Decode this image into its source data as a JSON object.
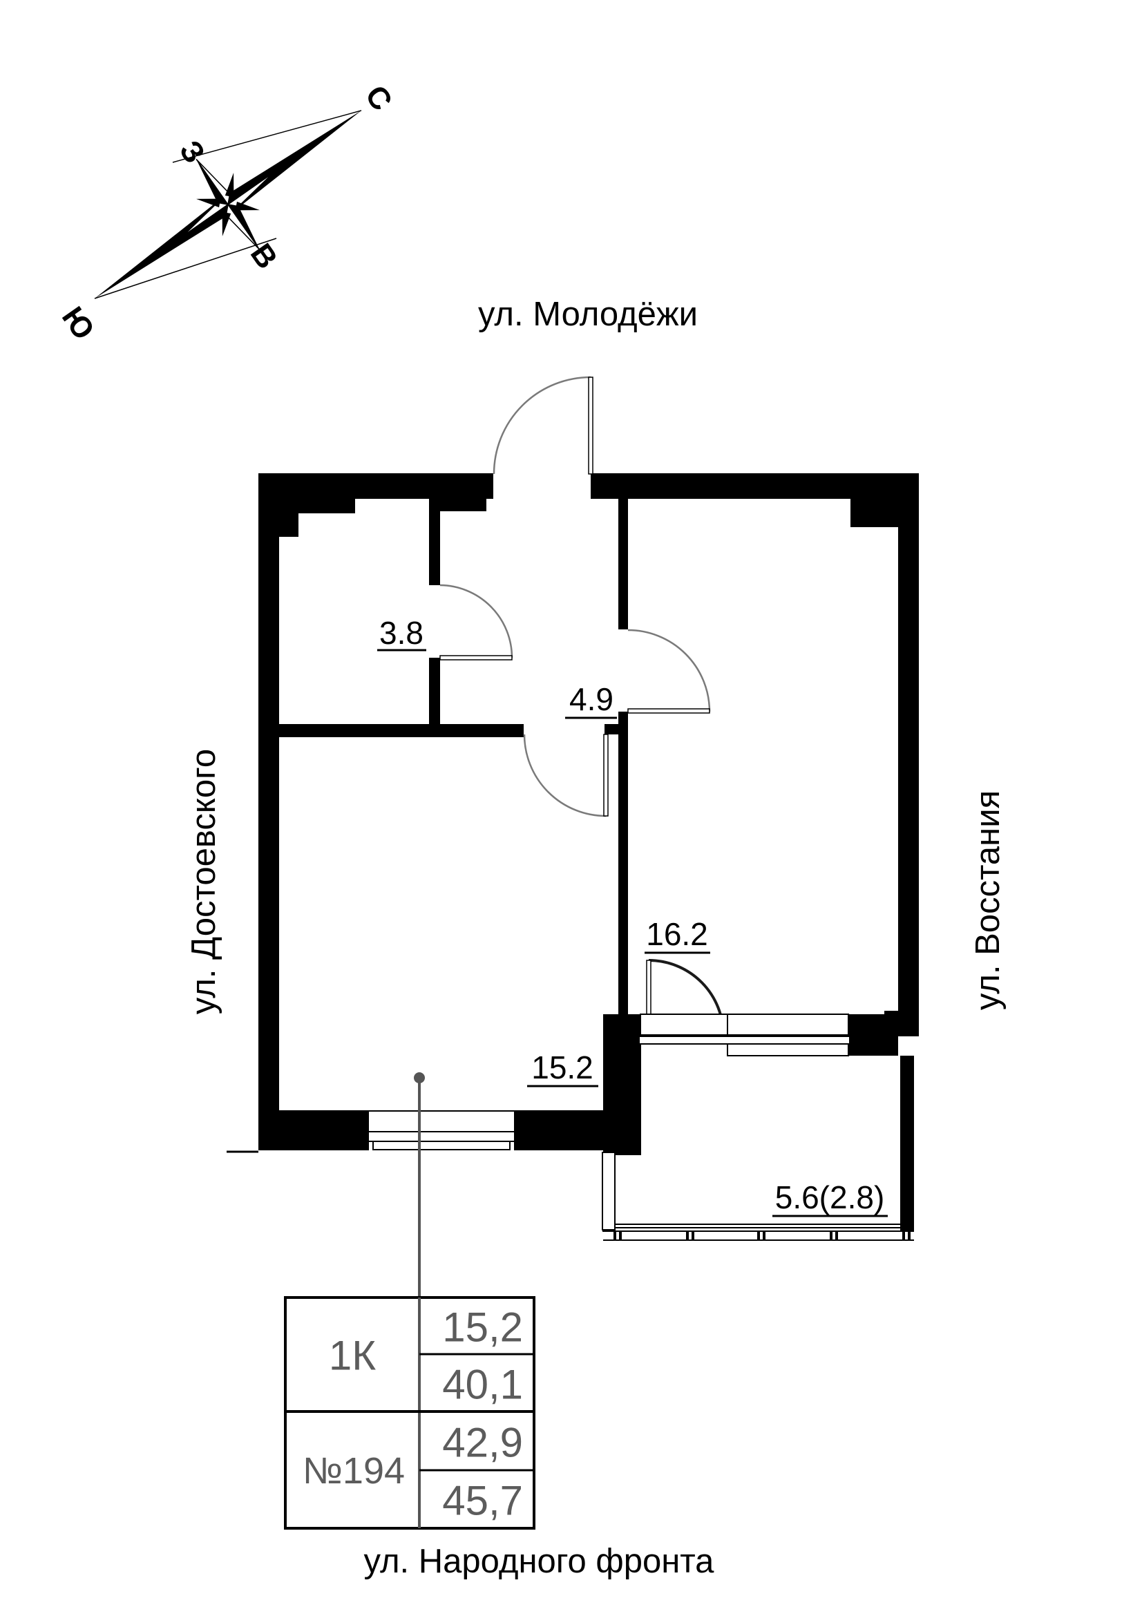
{
  "compass": {
    "north_label": "С",
    "west_label": "З",
    "east_label": "В",
    "south_label": "Ю"
  },
  "streets": {
    "top": "ул. Молодёжи",
    "left": "ул. Достоевского",
    "right": "ул. Восстания",
    "bottom": "ул. Народного фронта"
  },
  "rooms": {
    "bathroom": {
      "area": "3.8"
    },
    "hallway": {
      "area": "4.9"
    },
    "living_room": {
      "area": "16.2"
    },
    "kitchen_living": {
      "area": "15.2"
    },
    "balcony": {
      "area": "5.6(2.8)"
    }
  },
  "info_table": {
    "apartment_type": "1К",
    "apartment_number": "№194",
    "values": [
      "15,2",
      "40,1",
      "42,9",
      "45,7"
    ]
  },
  "colors": {
    "wall": "#000000",
    "door-arc": "#7a7a7a",
    "leader": "#555555",
    "table-text": "#5c5c5c",
    "bg": "#ffffff"
  }
}
